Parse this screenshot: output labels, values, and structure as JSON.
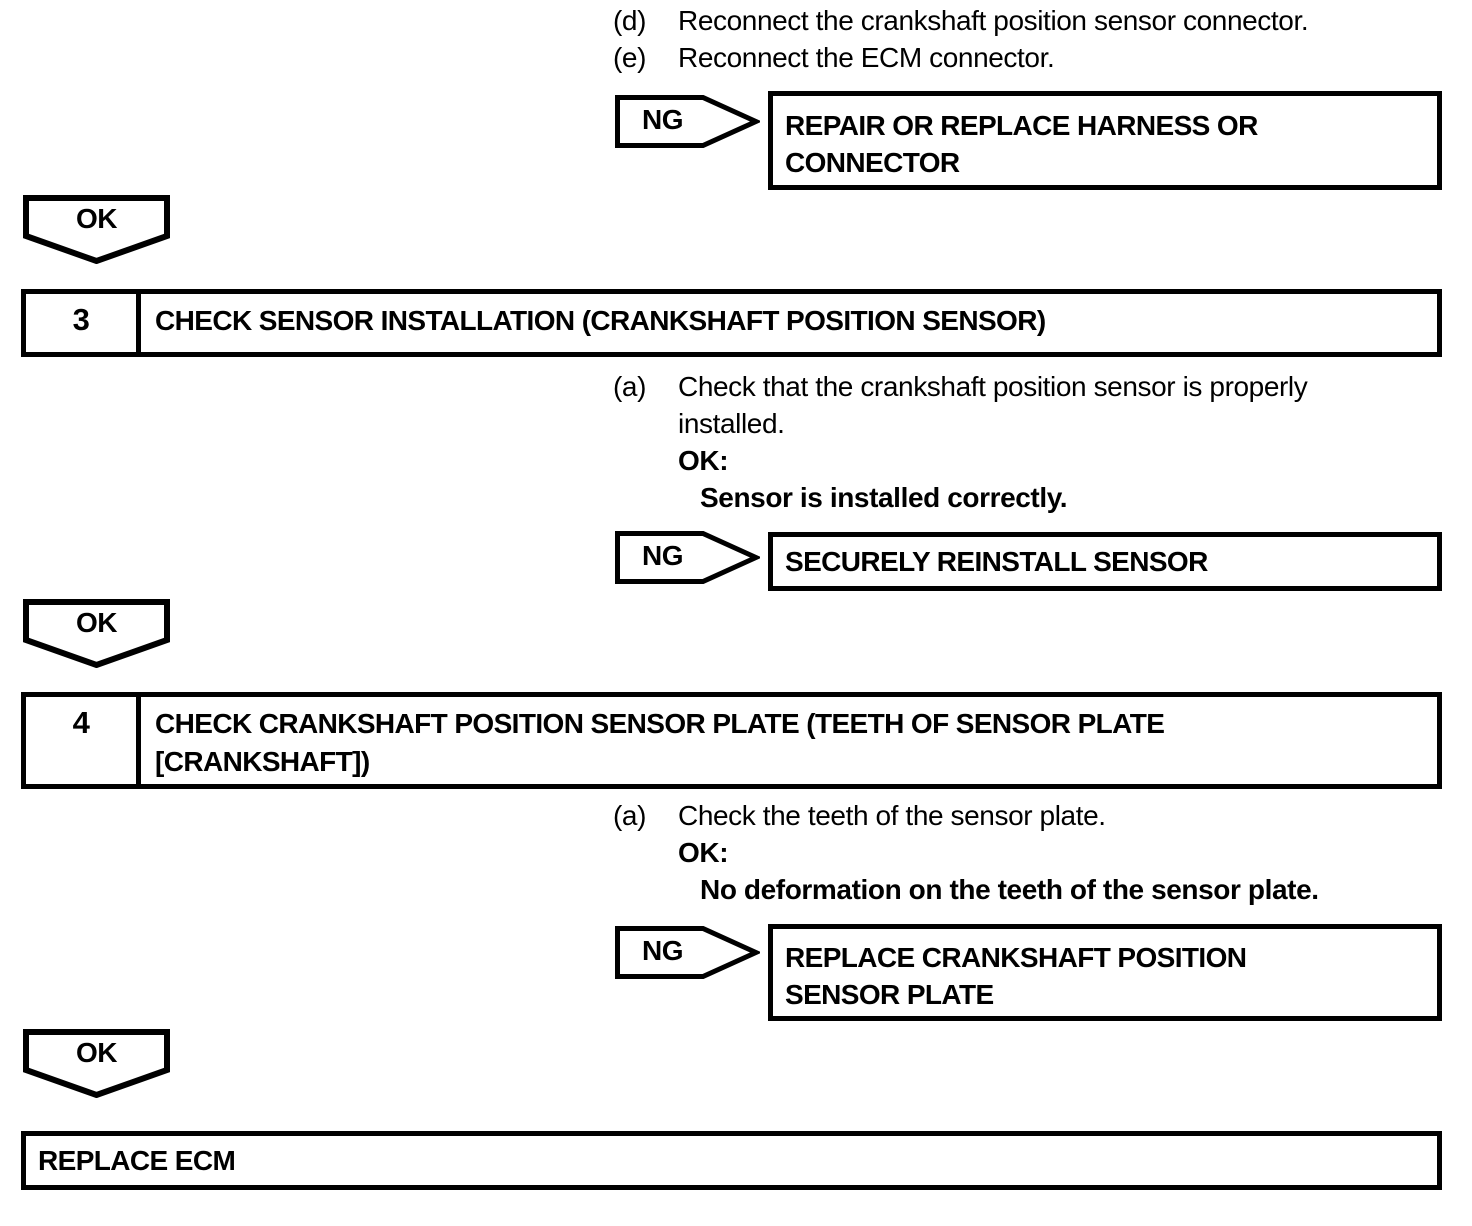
{
  "page": {
    "background": "#ffffff",
    "ink": "#000000"
  },
  "intro_substeps": [
    {
      "label": "(d)",
      "text": "Reconnect the crankshaft position sensor connector."
    },
    {
      "label": "(e)",
      "text": "Reconnect the ECM connector."
    }
  ],
  "flow": {
    "ng_label": "NG",
    "ok_label": "OK",
    "ng_result_harness": {
      "lines": [
        "REPAIR OR REPLACE HARNESS OR",
        "CONNECTOR"
      ]
    },
    "step3": {
      "number": "3",
      "title": "CHECK SENSOR INSTALLATION (CRANKSHAFT POSITION SENSOR)",
      "substep": {
        "label": "(a)",
        "instruction_lines": [
          "Check that the crankshaft position sensor is properly",
          "installed."
        ],
        "ok_heading": "OK:",
        "ok_criteria": "Sensor is installed correctly."
      },
      "ng_result": {
        "lines": [
          "SECURELY REINSTALL SENSOR"
        ]
      }
    },
    "step4": {
      "number": "4",
      "title_lines": [
        "CHECK CRANKSHAFT POSITION SENSOR PLATE (TEETH OF SENSOR PLATE",
        "[CRANKSHAFT])"
      ],
      "substep": {
        "label": "(a)",
        "instruction_lines": [
          "Check the teeth of the sensor plate."
        ],
        "ok_heading": "OK:",
        "ok_criteria": "No deformation on the teeth of the sensor plate."
      },
      "ng_result": {
        "lines": [
          "REPLACE CRANKSHAFT POSITION",
          "SENSOR PLATE"
        ]
      }
    },
    "final_action": "REPLACE ECM"
  }
}
